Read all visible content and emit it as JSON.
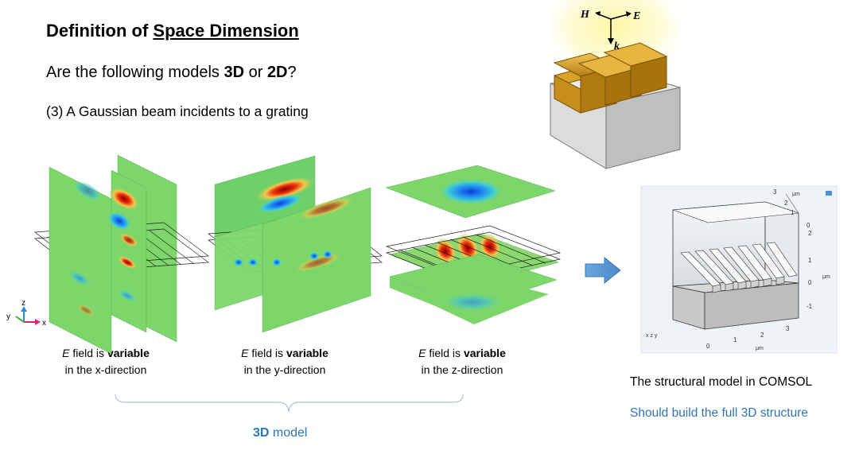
{
  "title_prefix": "Definition of ",
  "title_underlined": "Space Dimension",
  "question": {
    "pre": "Are the following models ",
    "b1": "3D",
    "mid": " or ",
    "b2": "2D",
    "post": "?"
  },
  "subtitle": "(3) A Gaussian beam incidents to a grating",
  "captions": [
    {
      "e": "E",
      "pre": " field is ",
      "bold": "variable",
      "line2": "in the x-direction"
    },
    {
      "e": "E",
      "pre": " field is ",
      "bold": "variable",
      "line2": "in the y-direction"
    },
    {
      "e": "E",
      "pre": " field is ",
      "bold": "variable",
      "line2": "in the z-direction"
    }
  ],
  "model_label": {
    "bold": "3D",
    "rest": " model"
  },
  "right_caption_1": "The structural model in COMSOL",
  "right_caption_2": "Should build the full 3D structure",
  "inset_labels": {
    "H": "H",
    "E": "E",
    "k": "k"
  },
  "axis_triad": {
    "x": "x",
    "y": "y",
    "z": "z"
  },
  "comsol_axes": {
    "top_ticks": [
      "3",
      "2",
      "1",
      "0"
    ],
    "top_unit": "μm",
    "right_ticks": [
      "2",
      "1",
      "0",
      "-1"
    ],
    "right_unit": "μm",
    "bottom_ticks": [
      "0",
      "1",
      "2",
      "3"
    ],
    "bottom_unit": "μm",
    "triad": "x z y"
  },
  "colors": {
    "accent": "#2e75b6",
    "arrow": "#5b9bd5",
    "gold": "#c8961e",
    "field_green": "#7cd66a"
  }
}
